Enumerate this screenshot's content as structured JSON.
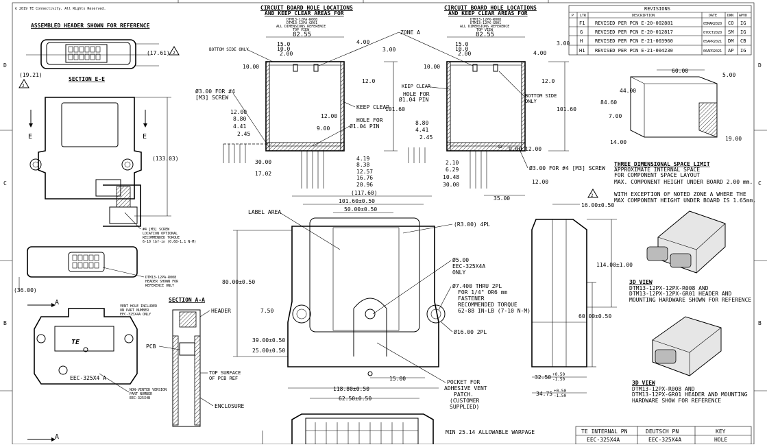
{
  "copyright": "© 2019 TE Connectivity. All Rights Reserved.",
  "zone_letters": [
    "D",
    "C",
    "B"
  ],
  "header_view": {
    "title": "ASSEMBLED HEADER SHOWN FOR REFERENCE",
    "dim_right": "(17.61)",
    "dim_left": "(19.21)",
    "flag": "2",
    "section": "SECTION E-E"
  },
  "front_view": {
    "height": "(133.03)",
    "e1": "E",
    "e2": "E",
    "screw_note": "#4 [M3] SCREW LOCATION OPTIONAL RECOMMENDED TORQUE 6-10 lbf-in (0.68-1.1 N-M)",
    "header_note": "DTM13-12PA-R008 HEADER SHOWN FOR REFERENCE ONLY",
    "width": "(36.00)"
  },
  "bottom_left": {
    "vent_note": "VENT HOLE INCLUDED ON PART NUMBER EEC-325X4A ONLY",
    "logo": "TE",
    "label": "EEC-325X4 A",
    "non_vent": "NON-VENTED VERSION PART NUMBER EEC-325X4B",
    "a_top": "A",
    "a_bottom": "A"
  },
  "section_aa": {
    "title": "SECTION A-A",
    "header": "HEADER",
    "pcb": "PCB",
    "top_surface": "TOP SURFACE OF PCB REF",
    "enclosure": "ENCLOSURE"
  },
  "cb1": {
    "title1": "CIRCUIT BOARD HOLE LOCATIONS",
    "title2": "AND KEEP CLEAR AREAS FOR",
    "sub": [
      "DTM13-12PA-R008",
      "DTM13-12PA-GR01",
      "ALL DIMENSIONS REFERENCE",
      "TOP VIEW"
    ],
    "d_total": "82.55",
    "d15": "15.0",
    "d10": "10.0",
    "d2": "2.00",
    "d4": "4.00",
    "d3": "3.00",
    "zone": "ZONE A",
    "bottom_only": "BOTTOM SIDE ONLY",
    "d10_00": "10.00",
    "d12_0": "12.0",
    "screw": "Ø3.00 FOR #4 [M3] SCREW",
    "keep_clear": "KEEP CLEAR",
    "d101": "101.60",
    "d12_00": "12.00",
    "pin": "HOLE FOR Ø1.04 PIN",
    "l12": "12.00",
    "l8": "8.80",
    "l4": "4.41",
    "l2": "2.45",
    "d9": "9.00",
    "d30": "30.00",
    "d17": "17.02",
    "r_vals": [
      "4.19",
      "8.38",
      "12.57",
      "16.76",
      "20.96"
    ]
  },
  "cb2": {
    "title1": "CIRCUIT BOARD HOLE LOCATIONS",
    "title2": "AND KEEP CLEAR AREAS FOR",
    "sub": [
      "DTM13-12PX-R008",
      "DTM13-12PX-GR01",
      "ALL DIMENSIONS REFERENCE",
      "TOP VIEW"
    ],
    "d_total": "82.55",
    "d15": "15.0",
    "d10": "10.0",
    "d2": "2.00",
    "d4": "4.00",
    "d3": "3.00",
    "d10_00": "10.00",
    "d12_0": "12.0",
    "keep_clear": "KEEP CLEAR",
    "pin": "HOLE FOR Ø1.04 PIN",
    "bottom_only": "BOTTOM SIDE ONLY",
    "d101": "101.60",
    "l8": "8.80",
    "l4": "4.41",
    "l2": "2.45",
    "d9": "9.00",
    "d12_00": "12.00",
    "b_vals": [
      "2.10",
      "6.29",
      "10.48",
      "30.00"
    ],
    "d35": "35.00",
    "d12b": "12.00",
    "screw": "Ø3.00 FOR #4 [M3] SCREW",
    "n12": "12"
  },
  "revisions": {
    "title": "REVISIONS",
    "headers": [
      "P",
      "LTR",
      "DESCRIPTION",
      "DATE",
      "DWN",
      "APVD"
    ],
    "rows": [
      [
        "F1",
        "REVISED PER PCN E-20-002881",
        "05MAR2020",
        "CO",
        "IG"
      ],
      [
        "G",
        "REVISED PER PCN E-20-012817",
        "07OCT2020",
        "SM",
        "IG"
      ],
      [
        "H",
        "REVISED PER PCN E-21-003960",
        "05APR2021",
        "DM",
        "CB"
      ],
      [
        "H1",
        "REVISED PER PCN E-21-004230",
        "06APR2021",
        "AP",
        "IG"
      ]
    ]
  },
  "space_limit": {
    "d60": "60.00",
    "d5": "5.00",
    "d44": "44.00",
    "d84": "84.60",
    "d7": "7.00",
    "d14": "14.00",
    "d19": "19.00",
    "title": "THREE DIMENSIONAL SPACE LIMIT",
    "l1": "APPROXIMATE INTERNAL SPACE",
    "l2": "FOR COMPONENT SPACE LAYOUT",
    "l3": "MAX. COMPONENT HEIGHT UNDER BOARD 2.00 mm.",
    "flag": "2",
    "l4": "WITH EXCEPTION OF NOTED ZONE A WHERE THE",
    "l5": "MAX COMPONENT HEIGHT UNDER BOARD IS 1.65mm."
  },
  "main_view": {
    "d117": "(117.60)",
    "d101": "101.60±0.50",
    "d50": "50.00±0.50",
    "label_area": "LABEL AREA",
    "r3": "(R3.00) 4PL",
    "d5_1": "Ø5.00",
    "d5_2": "EEC-325X4A",
    "d5_3": "ONLY",
    "d7_1": "Ø7.400 THRU 2PL",
    "d7_2": "FOR 1/4\" OR6 mm",
    "d7_3": "FASTENER",
    "d7_4": "RECOMMENDED TORQUE",
    "d7_5": "62-88 IN-LB (7-10 N-M)",
    "d80": "80.00±0.50",
    "d7_50": "7.50",
    "d39": "39.00±0.50",
    "d25": "25.00±0.50",
    "d16": "Ø16.00 2PL",
    "d15": "15.00",
    "d118": "118.80±0.50",
    "d62": "62.50±0.50",
    "p1": "POCKET FOR",
    "p2": "ADHESIVE VENT",
    "p3": "PATCH.",
    "p4": "(CUSTOMER",
    "p5": "SUPPLIED)",
    "warp": "MIN 25.14 ALLOWABLE WARPAGE"
  },
  "side_view": {
    "d16": "16.00±0.50",
    "d114": "114.00±1.00",
    "d60": "60.00±0.50",
    "d32": "32.50",
    "d32t": "+0.50",
    "d32b": "-1.50",
    "d34": "34.75",
    "d34t": "+0.50",
    "d34b": "-1.50"
  },
  "view3d_1": {
    "title": "3D VIEW",
    "l1": "DTM13-12PX-12PX-R008 AND",
    "l2": "DTM13-12PX-12PX-GR01 HEADER AND",
    "l3": "MOUNTING HARDWARE SHOWN FOR REFERENCE"
  },
  "view3d_2": {
    "title": "3D VIEW",
    "l1": "DTM13-12PX-R008 AND",
    "l2": "DTM13-12PX-GR01 HEADER AND MOUNTING",
    "l3": "HARDWARE SHOW FOR REFERENCE"
  },
  "pn_table": {
    "headers": [
      "TE INTERNAL PN",
      "DEUTSCH PN",
      "KEY"
    ],
    "row": [
      "EEC-325X4A",
      "EEC-325X4A",
      "HOLE"
    ]
  }
}
